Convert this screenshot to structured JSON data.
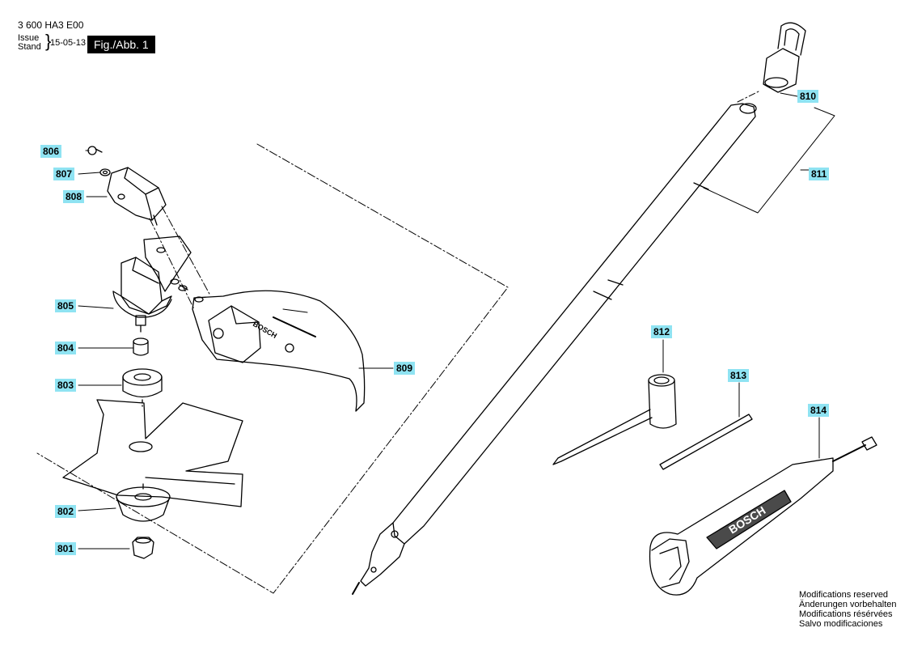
{
  "header": {
    "doc_number": "3 600 HA3 E00",
    "issue_label": "Issue",
    "stand_label": "Stand",
    "issue_date": "15-05-13",
    "figure_label": "Fig./Abb. 1"
  },
  "parts": {
    "p801": "801",
    "p802": "802",
    "p803": "803",
    "p804": "804",
    "p805": "805",
    "p806": "806",
    "p807": "807",
    "p808": "808",
    "p809": "809",
    "p810": "810",
    "p811": "811",
    "p812": "812",
    "p813": "813",
    "p814": "814"
  },
  "branding": {
    "guard_logo": "BOSCH",
    "handle_logo": "BOSCH"
  },
  "footer_notes": {
    "en": "Modifications reserved",
    "de": "Änderungen vorbehalten",
    "fr": "Modifications résérvées",
    "es": "Salvo modificaciones"
  },
  "colors": {
    "tag_bg": "#8fe3f2",
    "ink": "#000000",
    "shade": "#4a4a4a"
  }
}
